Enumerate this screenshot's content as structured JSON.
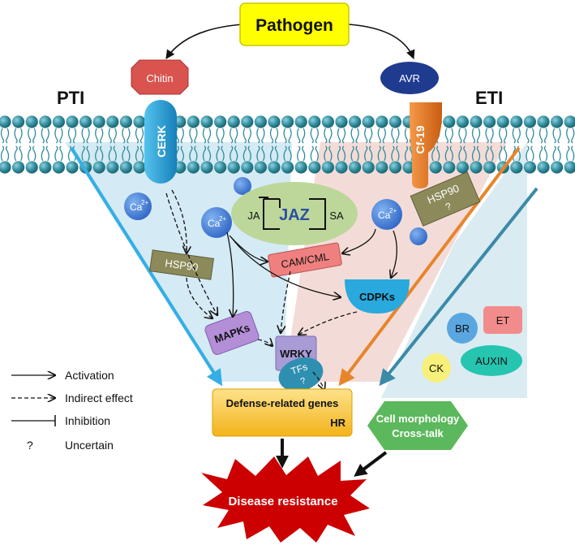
{
  "title_node": "Pathogen",
  "left_branch": {
    "side_label": "PTI",
    "ligand": "Chitin",
    "receptor": "CERK"
  },
  "right_branch": {
    "side_label": "ETI",
    "ligand": "AVR",
    "receptor": "Cf-19"
  },
  "calcium": {
    "text": "Ca",
    "superscript": "2+",
    "plus_variant": "2+"
  },
  "hormone_hub": {
    "center": "JAZ",
    "left": "JA",
    "right": "SA"
  },
  "components": {
    "hsp90_left": "HSP90",
    "hsp90_right": "HSP90",
    "hsp90_right_mark": "?",
    "cam_cml": "CAM/CML",
    "cdpks": "CDPKs",
    "mapks": "MAPKs",
    "wrky": "WRKY",
    "tfs": "TFs",
    "tfs_mark": "?"
  },
  "hormones": {
    "br": "BR",
    "et": "ET",
    "auxin": "AUXIN",
    "ck": "CK"
  },
  "outputs": {
    "defense_line1": "Defense-related genes",
    "defense_line2": "HR",
    "morphology_line1": "Cell morphology",
    "morphology_line2": "Cross-talk",
    "resistance": "Disease resistance"
  },
  "legend": [
    {
      "symbol": "activation",
      "label": "Activation"
    },
    {
      "symbol": "indirect",
      "label": "Indirect effect"
    },
    {
      "symbol": "inhibition",
      "label": "Inhibition"
    },
    {
      "symbol": "uncertain",
      "label": "Uncertain"
    }
  ],
  "legend_uncertain_symbol": "?",
  "colors": {
    "pathogen_fill": "#ffff00",
    "chitin_fill": "#d9534f",
    "avr_fill": "#1f3b8f",
    "cerk_fill": "#1e9fd8",
    "cf19_fill": "#e8731f",
    "membrane_head": "#2e8b9a",
    "pti_arrow": "#33aee6",
    "eti_arrow": "#e8842a",
    "crosstalk_arrow": "#3a8aa8",
    "pti_zone": "#cfe8f3",
    "eti_zone": "#f2d8d4",
    "jaz_fill": "#bdd79a",
    "hsp90_fill": "#8c8a5a",
    "cam_fill": "#f08080",
    "cdpks_fill": "#29a9dd",
    "mapks_fill": "#b48fd8",
    "wrky_fill": "#a99bd6",
    "tfs_fill": "#2f8fb0",
    "defense_fill": "#f9c631",
    "morphology_fill": "#5cb85c",
    "resistance_fill": "#cc0000",
    "br_fill": "#5aa6e0",
    "et_fill": "#f28c8c",
    "auxin_fill": "#25c5b0",
    "ck_fill": "#f7f07a"
  }
}
